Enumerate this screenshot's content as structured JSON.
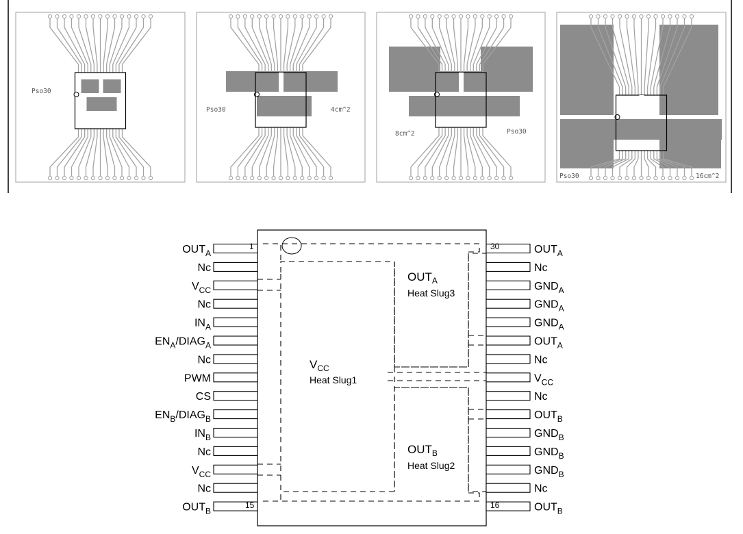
{
  "colors": {
    "copper": "#8c8c8c",
    "trace": "#a3a3a3",
    "board_border": "#b0b0b0",
    "outline": "#000000"
  },
  "pcb_layouts": {
    "panels": [
      {
        "package_label": "Pso30",
        "area_label": ""
      },
      {
        "package_label": "Pso30",
        "area_label": "4cm^2"
      },
      {
        "package_label": "Pso30",
        "area_label": "8cm^2"
      },
      {
        "package_label": "Pso30",
        "area_label": "16cm^2"
      }
    ]
  },
  "pinout": {
    "first_pin": "1",
    "last_pin_left": "15",
    "first_pin_right": "16",
    "last_pin": "30",
    "left_pins": [
      {
        "main": "OUT",
        "sub": "A",
        "tail": ""
      },
      {
        "main": "Nc",
        "sub": "",
        "tail": ""
      },
      {
        "main": "V",
        "sub": "CC",
        "tail": ""
      },
      {
        "main": "Nc",
        "sub": "",
        "tail": ""
      },
      {
        "main": "IN",
        "sub": "A",
        "tail": ""
      },
      {
        "main": "EN",
        "sub": "A",
        "tail": "/DIAG",
        "sub2": "A"
      },
      {
        "main": "Nc",
        "sub": "",
        "tail": ""
      },
      {
        "main": "PWM",
        "sub": "",
        "tail": ""
      },
      {
        "main": "CS",
        "sub": "",
        "tail": ""
      },
      {
        "main": "EN",
        "sub": "B",
        "tail": "/DIAG",
        "sub2": "B"
      },
      {
        "main": "IN",
        "sub": "B",
        "tail": ""
      },
      {
        "main": "Nc",
        "sub": "",
        "tail": ""
      },
      {
        "main": "V",
        "sub": "CC",
        "tail": ""
      },
      {
        "main": "Nc",
        "sub": "",
        "tail": ""
      },
      {
        "main": "OUT",
        "sub": "B",
        "tail": ""
      }
    ],
    "right_pins": [
      {
        "main": "OUT",
        "sub": "A"
      },
      {
        "main": "Nc",
        "sub": ""
      },
      {
        "main": "GND",
        "sub": "A"
      },
      {
        "main": "GND",
        "sub": "A"
      },
      {
        "main": "GND",
        "sub": "A"
      },
      {
        "main": "OUT",
        "sub": "A"
      },
      {
        "main": "Nc",
        "sub": ""
      },
      {
        "main": "V",
        "sub": "CC"
      },
      {
        "main": "Nc",
        "sub": ""
      },
      {
        "main": "OUT",
        "sub": "B"
      },
      {
        "main": "GND",
        "sub": "B"
      },
      {
        "main": "GND",
        "sub": "B"
      },
      {
        "main": "GND",
        "sub": "B"
      },
      {
        "main": "Nc",
        "sub": ""
      },
      {
        "main": "OUT",
        "sub": "B"
      }
    ],
    "slugs": {
      "slug1": {
        "main": "V",
        "sub": "CC",
        "label": "Heat Slug1"
      },
      "slug2": {
        "main": "OUT",
        "sub": "B",
        "label": "Heat Slug2"
      },
      "slug3": {
        "main": "OUT",
        "sub": "A",
        "label": "Heat Slug3"
      }
    }
  }
}
